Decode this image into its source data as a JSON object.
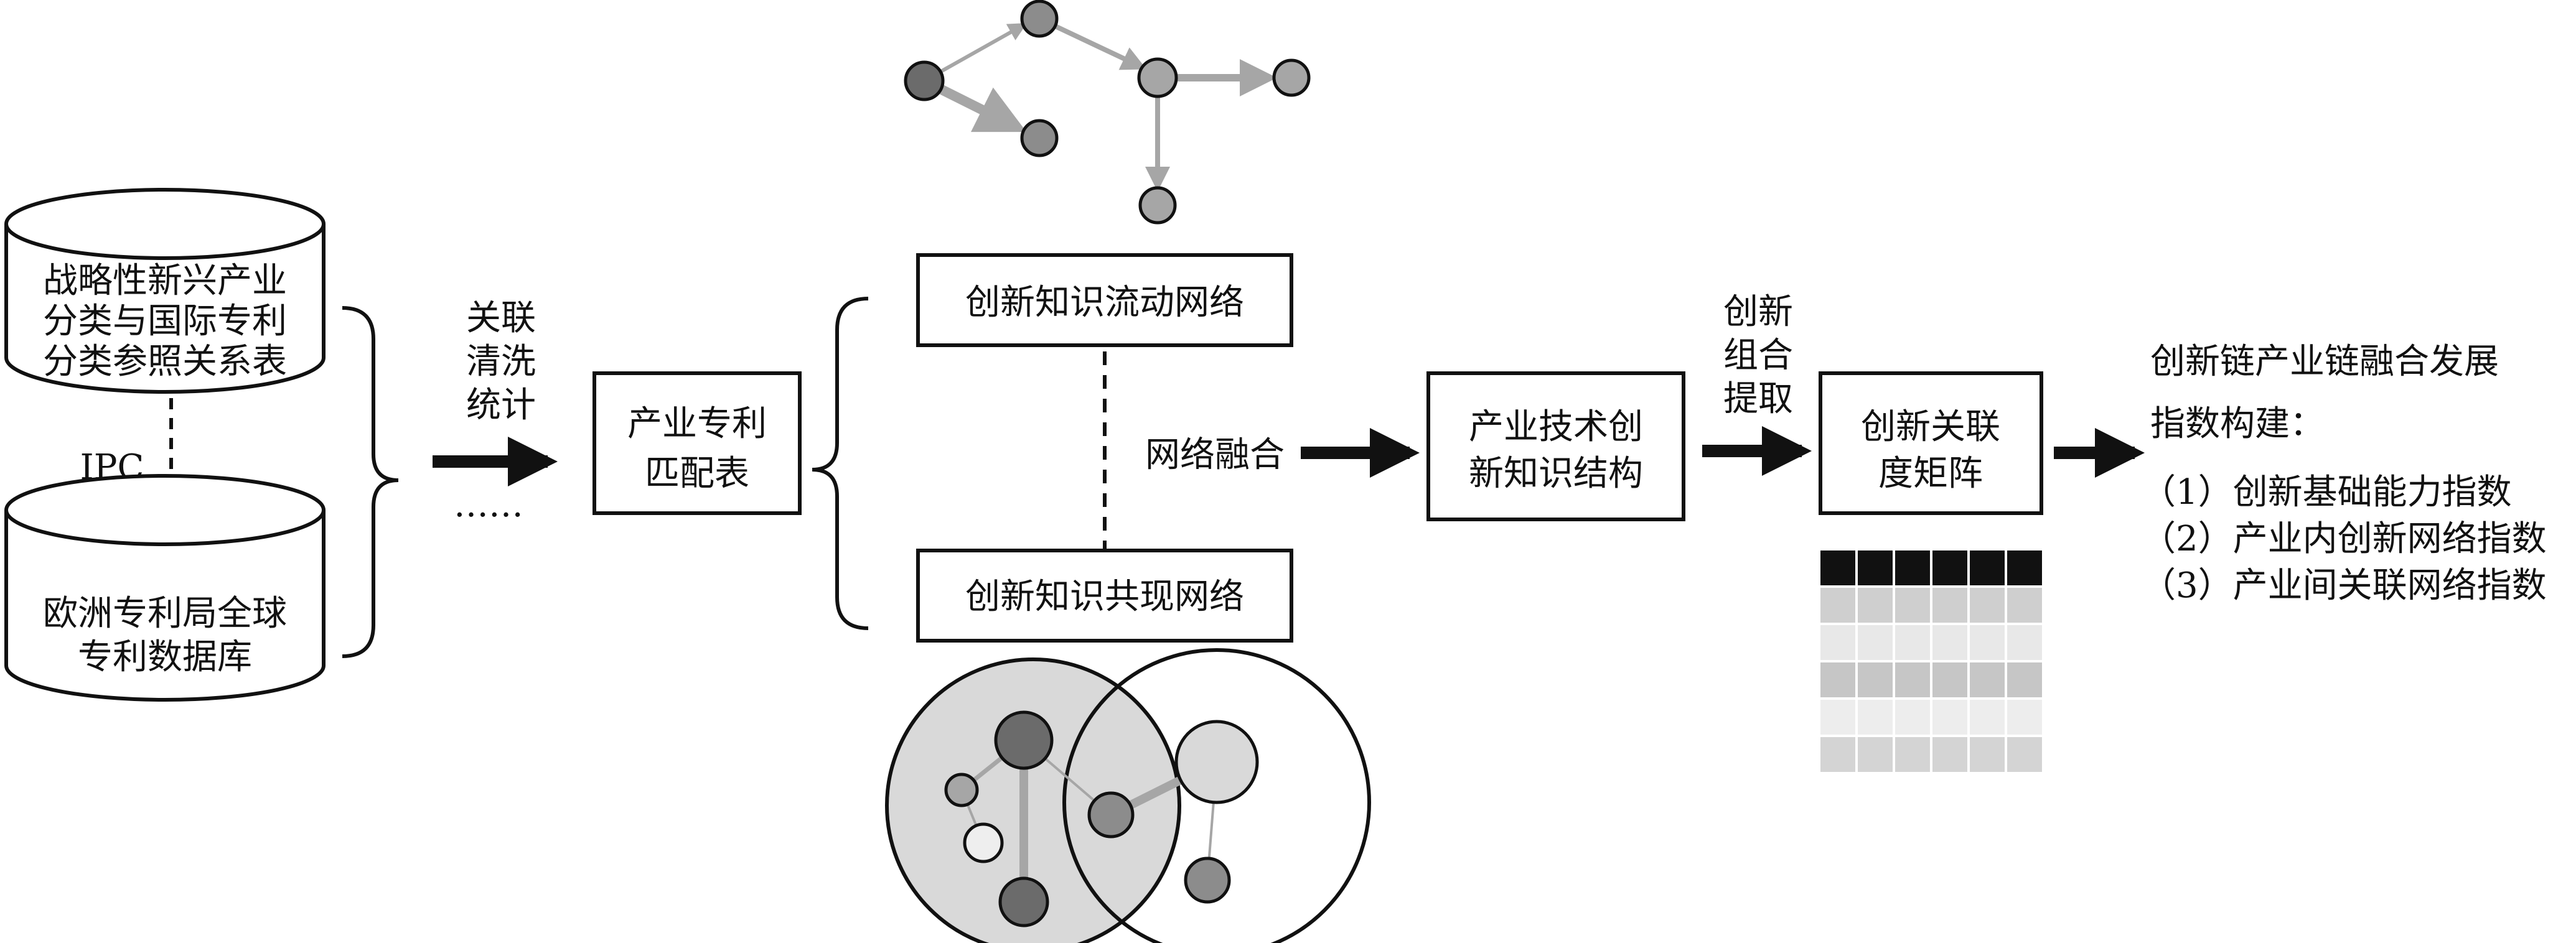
{
  "sources": {
    "db_top_lines": [
      "战略性新兴产业",
      "分类与国际专利",
      "分类参照关系表"
    ],
    "link_label": "IPC",
    "db_bottom_lines": [
      "欧洲专利局全球",
      "专利数据库"
    ]
  },
  "step1": {
    "labels": [
      "关联",
      "清洗",
      "统计"
    ],
    "ellipsis": "……"
  },
  "match_table": {
    "lines": [
      "产业专利",
      "匹配表"
    ]
  },
  "networks": {
    "flow_label": "创新知识流动网络",
    "cooccur_label": "创新知识共现网络",
    "fusion_label": "网络融合"
  },
  "structure": {
    "lines": [
      "产业技术创",
      "新知识结构"
    ]
  },
  "extract": {
    "labels": [
      "创新",
      "组合",
      "提取"
    ]
  },
  "matrix": {
    "lines": [
      "创新关联",
      "度矩阵"
    ]
  },
  "index": {
    "title_lines": [
      "创新链产业链融合发展",
      "指数构建："
    ],
    "items": [
      "（1）创新基础能力指数",
      "（2）产业内创新网络指数",
      "（3）产业间关联网络指数"
    ]
  },
  "colors": {
    "line": "#111111",
    "edge_gray": "#a6a6a6",
    "node_dark": "#6b6b6b",
    "node_mid": "#8c8c8c",
    "node_light": "#a6a6a6",
    "node_pale": "#d9d9d9",
    "circle_fill": "#d9d9d9"
  }
}
